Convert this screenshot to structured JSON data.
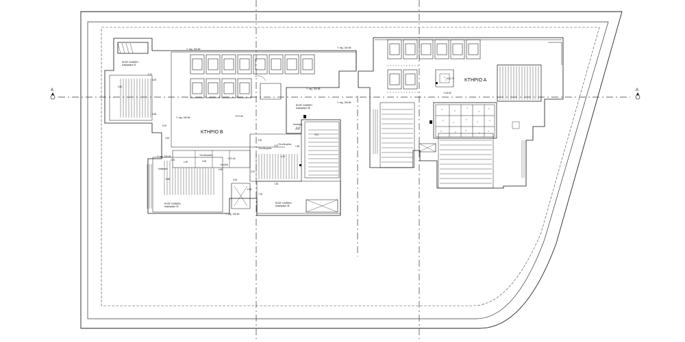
{
  "buildings": {
    "a": {
      "name": "ΚΤΗΡΙΟ Α"
    },
    "b": {
      "name": "ΚΤΗΡΙΟ Β"
    }
  },
  "section": {
    "left": "A",
    "right": "A"
  },
  "roof_gardens": [
    {
      "title": "ROOF GARDEN",
      "subtitle": "Διαμέρισμα 31"
    },
    {
      "title": "ROOF GARDEN",
      "subtitle": "Διαμέρισμα 38"
    },
    {
      "title": "ROOF GARDEN",
      "subtitle": "Διαμέρισμα 33"
    },
    {
      "title": "ROOF GARDEN",
      "subtitle": "Διαμέρισμα 36"
    }
  ],
  "rooms": {
    "r1": "Υπνοδωμάτιο",
    "r2": "Υπνοδωμάτιο",
    "r3": "Υπνοδωμάτιο",
    "r4": "Καθιστικό",
    "r5": "Κουζίνα",
    "r6": "Αποθήκη"
  },
  "levels": {
    "l1": "Υ. τοιχ. 106.66",
    "l2": "Υ. τοιχ. 106.66",
    "l3": "Υ. τοιχ. 106.66",
    "l4": "Υ. τοιχ. 106.66",
    "l5": "Υ. τοιχ. 106.66",
    "l6": "Υ. τοιχ. 106.66",
    "l7": "Υ. τοιχ. 106.66",
    "l8": "+107.60",
    "l9": "+107.60",
    "l10": "+104.60",
    "l11": "+102.70"
  },
  "dims": [
    "0.72",
    "3.60",
    "6.09",
    "5.76",
    "2.60",
    "5.80",
    "3.30",
    "4.31",
    "4.70",
    "1.55",
    "4.70",
    "7.35",
    "1.90",
    "2.95",
    "6.38",
    "3.44",
    "8.38",
    "0.80",
    "4.00",
    "5.73",
    "4.41",
    "4.10",
    "7.00"
  ]
}
